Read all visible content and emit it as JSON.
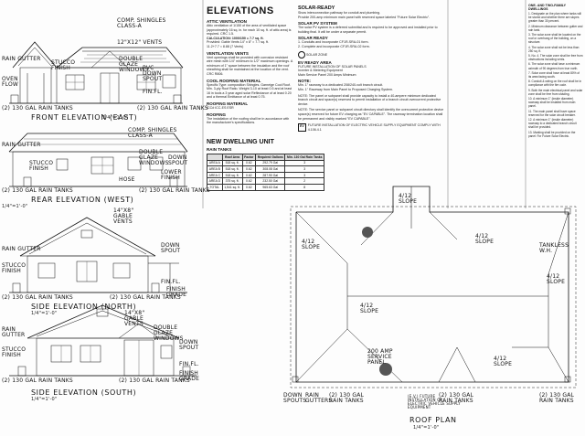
{
  "elevations": {
    "front": {
      "title": "FRONT ELEVATION (EAST)",
      "scale": "1/4\"=1'-0\"",
      "labels": {
        "shingles": "COMP. SHINGLES CLASS-A",
        "gable_vents": "12\"X12\" VENTS",
        "gutter": "RAIN GUTTER",
        "stucco": "STUCCO FINISH",
        "double_glaze": "DOUBLE GLAZE WINDOWS",
        "pvc": "PVC DOWN SPOUT",
        "oven": "OVEN FLOW",
        "fin_fl": "FIN.FL.",
        "tanks": "(2) 130 GAL RAIN TANKS",
        "tanks2": "(2) 130 GAL RAIN TANKS"
      }
    },
    "rear": {
      "title": "REAR ELEVATION (WEST)",
      "scale": "1/4\"=1'-0\"",
      "labels": {
        "shingles": "COMP. SHINGLES CLASS-A",
        "gutter": "RAIN GUTTER",
        "stucco": "STUCCO FINISH",
        "double_glaze": "DOUBLE GLAZE WINDOWS",
        "down_spout": "DOWN SPOUT",
        "hose": "HOSE",
        "lower_finish": "LOWER FINISH",
        "tanks": "(2) 130 GAL RAIN TANKS",
        "tanks2": "(2) 130 GAL RAIN TANKS"
      }
    },
    "north": {
      "title": "SIDE ELEVATION (NORTH)",
      "scale": "1/4\"=1'-0\"",
      "labels": {
        "gable_vents": "14\"X8\" GABLE VENTS",
        "gutter": "RAIN GUTTER",
        "stucco": "STUCCO FINISH",
        "down_spout": "DOWN SPOUT",
        "fin_fl": "FIN.FL.",
        "tanks": "(2) 130 GAL RAIN TANKS",
        "tanks2": "(2) 130 GAL RAIN TANKS",
        "finish_grade": "FINISH GRADE"
      }
    },
    "south": {
      "title": "SIDE ELEVATION (SOUTH)",
      "scale": "1/4\"=1'-0\"",
      "labels": {
        "gable_vents": "14\"X8\" GABLE VENTS",
        "gutter": "RAIN GUTTER",
        "stucco": "STUCCO FINISH",
        "double_glaze": "DOUBLE GLAZE WINDOWS",
        "down_spout": "DOWN SPOUT",
        "fin_fl": "FIN.FL.",
        "tanks": "(2) 130 GAL RAIN TANKS",
        "tanks2": "(2) 130 GAL RAIN TANKS",
        "finish_grade": "FINISH GRADE"
      }
    }
  },
  "elevation_notes": {
    "heading": "ELEVATIONS",
    "attic_head": "ATTIC VENTILATION",
    "attic_text": "Attic ventilation of 1/150 of the area of ventilated space (approximately 16 sq. in. for each 10 sq. ft. of attic area) is required. CRC 1.5.",
    "calc_line1": "CALCULATION: 1000/150 = 7.7 sq. ft.",
    "calc_line2": "Provided: Gable Vents 14\" x 8\" = 7.7 sq. ft.",
    "calc_line3": "11.2+7.7 = 8.88 (7 Vents)",
    "vent_head": "VENTILATION VENTS",
    "vent_text": "Vent openings shall be provided with corrosion resistant wire mesh with 1/4\" minimum to 1/2\" maximum openings. A minimum of 1\" space between the insulation and the roof sheathing shall be maintained at the location of the vent. CRC R806.",
    "cool_head": "COOL ROOFING MATERIAL",
    "cool_text": "Specific Type: composition Shingles. Garneige Cool Roof. Min. 3-ply Roof Ratio. Weight 3-10 at least 0.5 and at least 16 in tools a 3 year aged solar Reflectance of at least 0.20 and a thermal Emittance of at least 0.75.",
    "roof_mat_head": "ROOFING MATERIAL",
    "roof_mat_text": "ICC# ICC-ES ESR",
    "roofing_head": "ROOFING",
    "roofing_text": "The installation of the roofing shall be in accordance with the manufacturer's specifications."
  },
  "dwelling": {
    "heading": "NEW DWELLING UNIT",
    "sub": "RAIN TANKS",
    "columns": [
      "",
      "Roof Area",
      "Factor",
      "Required Gallons",
      "Min. 130 Gal Rain Tanks"
    ],
    "rows": [
      [
        "AREA A",
        "518 sq. ft.",
        "0.62",
        "292.79 Gal",
        "3"
      ],
      [
        "AREA B",
        "518 sq. ft.",
        "0.62",
        "308.08 Gal",
        "3"
      ],
      [
        "AREA C",
        "518 sq. ft.",
        "0.62",
        "287.90 Gal",
        "3"
      ],
      [
        "AREA D",
        "375 sq. ft.",
        "0.62",
        "232.50 Gal",
        "2"
      ],
      [
        "TOTAL",
        "1,541 sq. ft.",
        "0.62",
        "965.63 Gal",
        "8"
      ]
    ]
  },
  "solar": {
    "heading": "SOLAR-READY",
    "line1": "Show interconnection pathway for conduit and plumbing.",
    "line2": "Provide 200-amp minimum main panel with reserved space labeled \"Future Solar Electric\".",
    "pv_head": "SOLAR PV SYSTEM",
    "pv_text": "The solar PV system is a deferred submittal and is required to be approved and installed prior to building final. It will be under a separate permit.",
    "ready_head": "SOLAR READY",
    "item1": "1. Conduits and incorporate CF1R-SRA-01 form.",
    "item2": "2. Complete and incorporate CF1R-SRA-02 form.",
    "legend_solar": "SOLAR ZONE",
    "future_head": "EV READY AREA",
    "future1": "FUTURE INSTALLATION OF SOLAR PANELS",
    "future2": "Inverter & Metering Equipment",
    "future3": "Main Service Panel 200 Amps Minimum",
    "note_head": "NOTE:",
    "note1": "Min. 1\" raceway to a dedicated 208/240-volt branch circuit.",
    "note2": "Min. 1\" Raceway from Main Panel to Proposed Charging System.",
    "note3": "NOTE: The panel or subpanel shall provide capacity to install a 40-ampere minimum dedicated branch circuit and space(s) reserved to permit installation of a branch circuit overcurrent protective device.",
    "note4": "NOTE: The service panel or subpanel circuit directory shall identify the overcurrent protective device space(s) reserved for future EV charging as \"EV CAPABLE\". The raceway termination location shall be permanent and visibly marked \"EV CAPABLE\".",
    "ev_label": "EV",
    "ev_text": "FUTURE INSTALLATION OF ELECTRIC VEHICLE SUPPLY EQUIPMENT COMPLY WITH 4.106.4.1",
    "ev_small": "(E.V.) FUTURE INSTALLATION OF ELECTRIC VEHICLE SUPPLY EQUIPMENT"
  },
  "two_family": {
    "heading": "ONE- AND TWO-FAMILY DWELLINGS",
    "items": [
      "1. Designate on the plan where tanks will be stored and whether there are slopes greater than 30 percent.",
      "2. Minimum clearance between gutter and rain tank.",
      "3. The solar zone shall be located on the roof or overhang of the building, on a structure.",
      "4. The solar zone shall not be less than 250 sq. ft.",
      "5. No. 4. The solar zone shall be free from obstructions including vents.",
      "6. The solar zone shall have a minimum azimuth of 90 degrees from true north.",
      "7. Solar zone shall have at least 80% of its area facing south.",
      "8. Conduit & wiring on the roof shall be in compliance with the fire code.",
      "9. Both the main electrical panel and solar zone shall be free from shading.",
      "10. A minimum 1\" (inside diameter) raceway shall be installed from main panel.",
      "11. The main panel shall have space reserved for the solar circuit breaker.",
      "12. A minimum 1\" (inside diameter) raceway to a dedicated branch circuit shall be provided.",
      "13. Marking shall be provided on the panel: For Future Solar Electric."
    ]
  },
  "roof_plan": {
    "title": "ROOF PLAN",
    "scale": "1/4\"=1'-0\"",
    "slope1": "4/12 SLOPE",
    "slope2": "4/12 SLOPE",
    "slope3": "4/12 SLOPE",
    "slope4": "4/12 SLOPE",
    "slope5": "4/12 SLOPE",
    "slope6": "4/12 SLOPE",
    "tankless": "TANKLESS W.H.",
    "service": "200 AMP SERVICE PANEL",
    "down_spouts": "DOWN SPOUTS",
    "gutters": "RAIN GUTTERS",
    "tanks": "(2) 130 GAL RAIN TANKS",
    "tanks2": "(2) 130 GAL RAIN TANKS",
    "tanks3": "(2) 130 GAL RAIN TANKS"
  }
}
